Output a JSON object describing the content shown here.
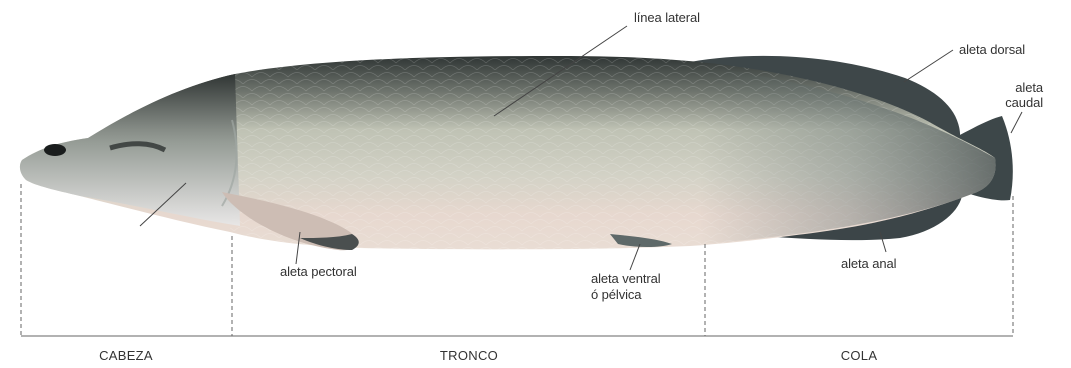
{
  "labels": {
    "lateral_line": "línea lateral",
    "dorsal_fin": "aleta dorsal",
    "caudal_fin_line1": "aleta",
    "caudal_fin_line2": "caudal",
    "pectoral_fin": "aleta pectoral",
    "ventral_fin_line1": "aleta ventral",
    "ventral_fin_line2": "ó pélvica",
    "anal_fin": "aleta anal"
  },
  "sections": {
    "head": "CABEZA",
    "trunk": "TRONCO",
    "tail": "COLA"
  },
  "colors": {
    "text": "#333333",
    "leader_line": "#444444",
    "bracket": "#666666",
    "fish_back": "#3b4140",
    "fish_body": "#c9cbbd",
    "fish_belly": "#e6d8ce",
    "fin_dark": "#3c4548"
  }
}
